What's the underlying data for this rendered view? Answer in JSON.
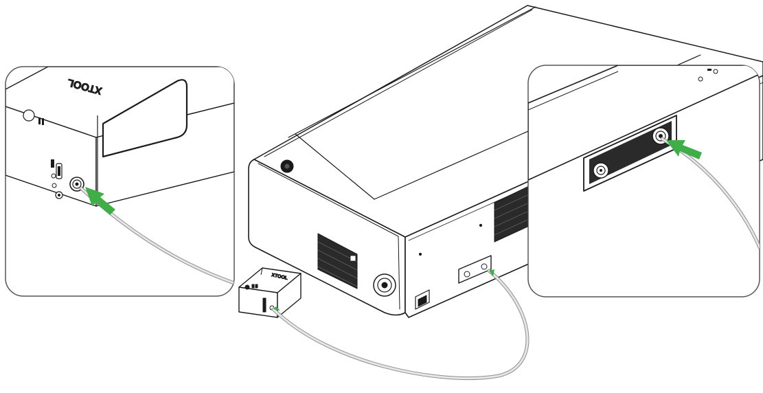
{
  "brand": {
    "logo_text": "XTOOL",
    "small_label_text": "XTOOL"
  },
  "colors": {
    "outline": "#1a1a1a",
    "body_fill": "#ffffff",
    "body_shade": "#f2f2f2",
    "cable": "#bfbfbf",
    "arrow": "#3fae49",
    "panel_border": "#555555"
  },
  "icons": [
    "left-detail-inset",
    "right-detail-inset",
    "laser-machine",
    "air-assist-pump",
    "connector-arrow-icon"
  ]
}
